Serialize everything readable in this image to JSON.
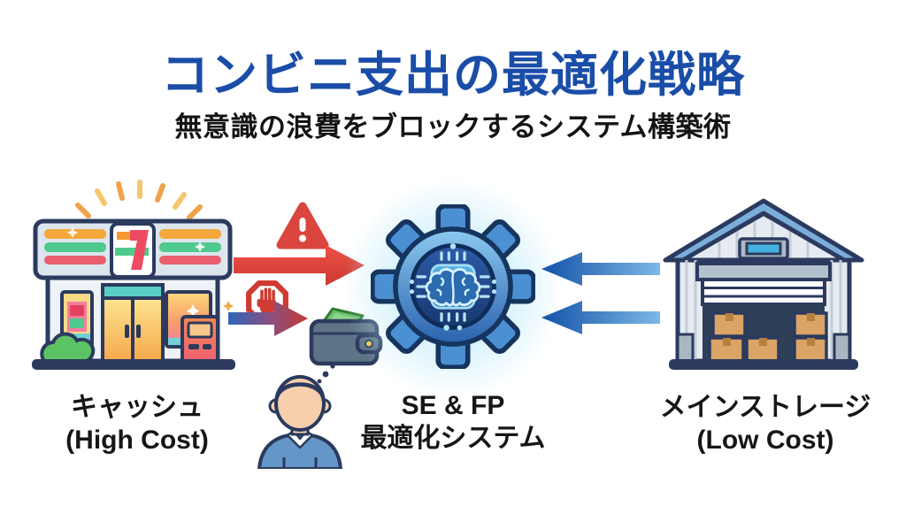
{
  "header": {
    "title": "コンビニ支出の最適化戦略",
    "subtitle": "無意識の浪費をブロックするシステム構築術"
  },
  "nodes": {
    "cache": {
      "title": "キャッシュ",
      "subtitle": "(High Cost)"
    },
    "system": {
      "title": "SE & FP",
      "subtitle": "最適化システム"
    },
    "storage": {
      "title": "メインストレージ",
      "subtitle": "(Low Cost)"
    }
  },
  "icons": {
    "left_node": "convenience-store-icon",
    "center_node": "gear-brain-chip-icon",
    "right_node": "warehouse-icon",
    "flow_warning": "warning-triangle-icon",
    "flow_block": "stop-hand-icon",
    "flow_wallet": "wallet-money-icon",
    "flow_person": "thinking-person-icon",
    "arrows": [
      "red-arrow-right",
      "gradient-arrow-right",
      "blue-arrow-left",
      "blue-arrow-left"
    ]
  },
  "colors": {
    "title_blue": "#1a4da8",
    "warning_red": "#da453d",
    "arrow_red": "#e04038",
    "arrow_blue_dark": "#1352a8",
    "arrow_blue_light": "#7db8e6",
    "gear_blue": "#4c90d4",
    "glow_cyan": "#bfe9f8",
    "outline_navy": "#2b3a5e"
  }
}
